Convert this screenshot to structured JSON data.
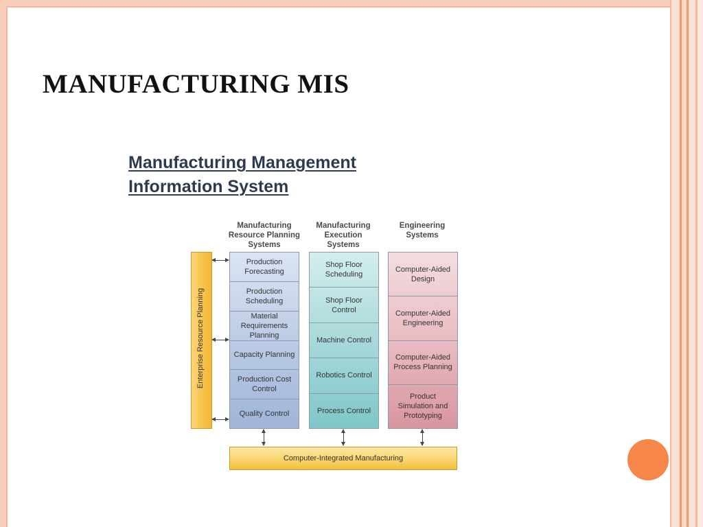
{
  "slide": {
    "title": "MANUFACTURING MIS"
  },
  "figure": {
    "title_line1": "Manufacturing Management",
    "title_line2": "Information System",
    "erp_label": "Enterprise Resource Planning",
    "cim_label": "Computer-Integrated Manufacturing",
    "columns": [
      {
        "heading": "Manufacturing Resource Planning Systems",
        "color": "#b9c9e4",
        "cells": [
          "Production Forecasting",
          "Production Scheduling",
          "Material Requirements Planning",
          "Capacity Planning",
          "Production Cost Control",
          "Quality Control"
        ]
      },
      {
        "heading": "Manufacturing Execution Systems",
        "color": "#a4d7d8",
        "cells": [
          "Shop Floor Scheduling",
          "Shop Floor Control",
          "Machine Control",
          "Robotics Control",
          "Process Control"
        ]
      },
      {
        "heading": "Engineering Systems",
        "color": "#e7b8bf",
        "cells": [
          "Computer-Aided Design",
          "Computer-Aided Engineering",
          "Computer-Aided Process Planning",
          "Product Simulation and Prototyping"
        ]
      }
    ]
  },
  "colors": {
    "frame": "#f6cdb9",
    "accent_circle": "#f6864a",
    "erp_bar": "#f6c24a",
    "cim_bar": "#f8d36a"
  }
}
